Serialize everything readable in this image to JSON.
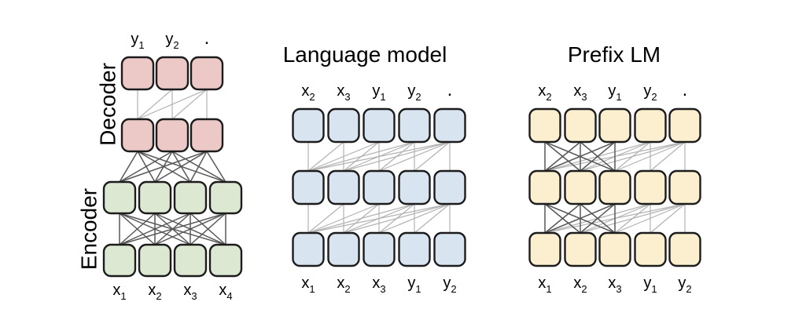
{
  "figure": {
    "description": "Schematic comparison of transformer architecture variants and their attention mask patterns",
    "colors": {
      "background": "#ffffff",
      "box_stroke": "#1c1c1c",
      "full_attention_line": "#575757",
      "causal_attention_line": "#b2b2b2",
      "text": "#000000",
      "decoder_fill": "#ecc9c7",
      "encoder_fill": "#dce8d2",
      "language_model_fill": "#d8e4f0",
      "prefix_lm_fill": "#fcefcf"
    },
    "diagrams": [
      {
        "name": "encoder-decoder",
        "title": "",
        "side_labels": [
          "Decoder",
          "Encoder"
        ],
        "top_labels": [
          {
            "base": "y",
            "sub": "1"
          },
          {
            "base": "y",
            "sub": "2"
          },
          {
            "base": ".",
            "sub": ""
          }
        ],
        "bottom_labels": [
          {
            "base": "x",
            "sub": "1"
          },
          {
            "base": "x",
            "sub": "2"
          },
          {
            "base": "x",
            "sub": "3"
          },
          {
            "base": "x",
            "sub": "4"
          }
        ],
        "decoder_columns": 3,
        "encoder_columns": 4,
        "decoder_rows": 2,
        "encoder_rows": 2,
        "connections": [
          {
            "pair": "decoder-output/decoder-hidden",
            "pattern": "causal"
          },
          {
            "pair": "decoder-hidden/encoder-output",
            "pattern": "full"
          },
          {
            "pair": "encoder-output/encoder-input",
            "pattern": "full"
          }
        ]
      },
      {
        "name": "language-model",
        "title": "Language model",
        "top_labels": [
          {
            "base": "x",
            "sub": "2"
          },
          {
            "base": "x",
            "sub": "3"
          },
          {
            "base": "y",
            "sub": "1"
          },
          {
            "base": "y",
            "sub": "2"
          },
          {
            "base": ".",
            "sub": ""
          }
        ],
        "bottom_labels": [
          {
            "base": "x",
            "sub": "1"
          },
          {
            "base": "x",
            "sub": "2"
          },
          {
            "base": "x",
            "sub": "3"
          },
          {
            "base": "y",
            "sub": "1"
          },
          {
            "base": "y",
            "sub": "2"
          }
        ],
        "columns": 5,
        "rows": 3,
        "connections": [
          {
            "pair": "row3/row2",
            "pattern": "causal"
          },
          {
            "pair": "row2/row1",
            "pattern": "causal"
          }
        ]
      },
      {
        "name": "prefix-lm",
        "title": "Prefix LM",
        "top_labels": [
          {
            "base": "x",
            "sub": "2"
          },
          {
            "base": "x",
            "sub": "3"
          },
          {
            "base": "y",
            "sub": "1"
          },
          {
            "base": "y",
            "sub": "2"
          },
          {
            "base": ".",
            "sub": ""
          }
        ],
        "bottom_labels": [
          {
            "base": "x",
            "sub": "1"
          },
          {
            "base": "x",
            "sub": "2"
          },
          {
            "base": "x",
            "sub": "3"
          },
          {
            "base": "y",
            "sub": "1"
          },
          {
            "base": "y",
            "sub": "2"
          }
        ],
        "columns": 5,
        "rows": 3,
        "prefix_length": 3,
        "connections": [
          {
            "pair": "row3/row2",
            "pattern": "prefix-causal"
          },
          {
            "pair": "row2/row1",
            "pattern": "prefix-causal"
          }
        ]
      }
    ]
  }
}
